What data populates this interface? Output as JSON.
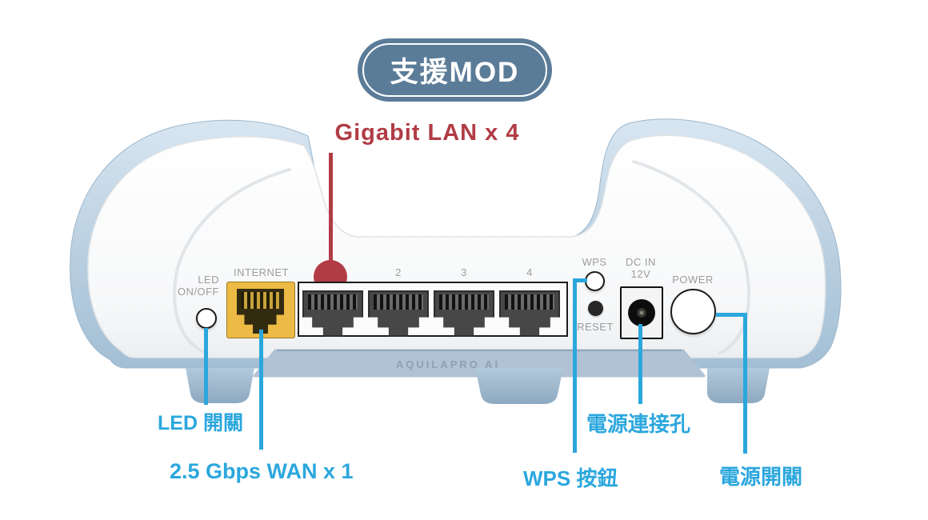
{
  "badge": {
    "label": "支援MOD",
    "bg_color": "#5b7c98"
  },
  "callouts": {
    "accent_red": "#b13c45",
    "accent_cyan": "#2ba7dd",
    "lan": {
      "label": "Gigabit LAN x 4"
    },
    "led": {
      "label": "LED 開關"
    },
    "wan": {
      "label": "2.5 Gbps WAN x 1"
    },
    "wps": {
      "label": "WPS 按鈕"
    },
    "dc": {
      "label": "電源連接孔"
    },
    "power": {
      "label": "電源開關"
    }
  },
  "device": {
    "brand": "AQUILAPRO AI",
    "body_color": "#aec8dc",
    "wan_port_color": "#ecba45",
    "panel": {
      "led_label_line1": "LED",
      "led_label_line2": "ON/OFF",
      "internet_label": "INTERNET",
      "port_numbers": [
        "2",
        "3",
        "4"
      ],
      "wps_label": "WPS",
      "reset_label": "RESET",
      "dcin_label_line1": "DC IN",
      "dcin_label_line2": "12V",
      "power_label": "POWER"
    }
  }
}
